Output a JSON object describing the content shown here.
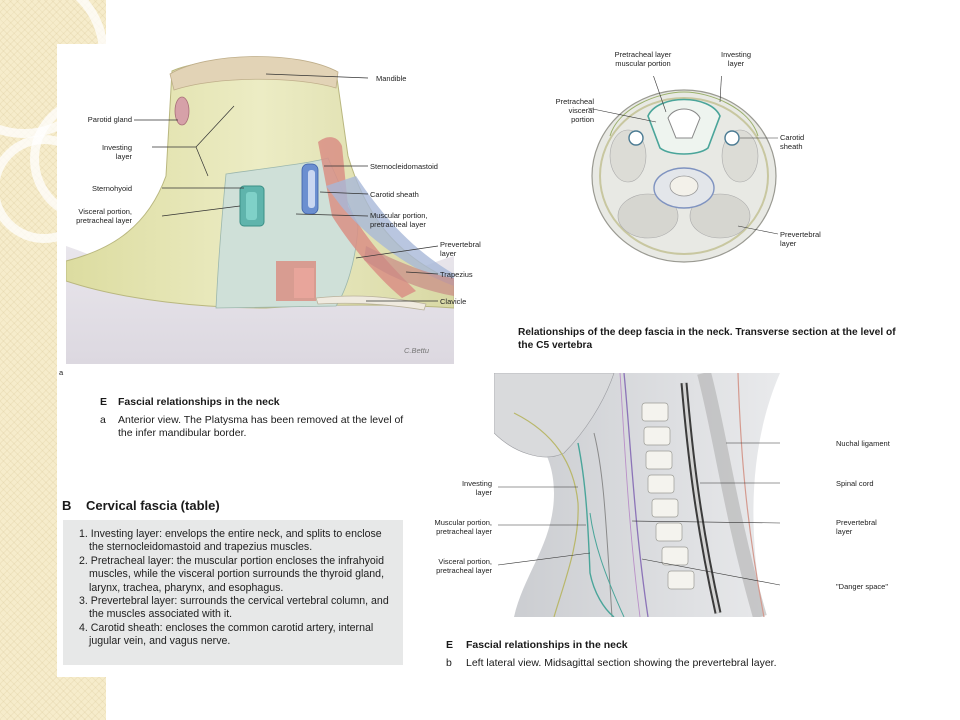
{
  "figure_a": {
    "panel_letter": "a",
    "labels": {
      "mandible": "Mandible",
      "parotid_gland": "Parotid gland",
      "investing_layer": "Investing\nlayer",
      "sternohyoid": "Sternohyoid",
      "visceral_portion": "Visceral portion,\npretracheal layer",
      "sternocleidomastoid": "Sternocleidomastoid",
      "carotid_sheath": "Carotid sheath",
      "muscular_portion": "Muscular portion,\npretracheal layer",
      "prevertebral_layer": "Prevertebral\nlayer",
      "trapezius": "Trapezius",
      "clavicle": "Clavicle"
    },
    "signature": "C.Bettu",
    "caption": {
      "letter": "E",
      "title": "Fascial relationships in the neck",
      "sub_letter": "a",
      "text": "Anterior view. The Platysma has been removed at the level of the infer mandibular border."
    }
  },
  "figure_transverse": {
    "labels": {
      "pretracheal_muscular": "Pretracheal layer\nmuscular portion",
      "investing": "Investing\nlayer",
      "pretracheal_visceral": "Pretracheal\nvisceral\nportion",
      "carotid_sheath": "Carotid\nsheath",
      "prevertebral": "Prevertebral\nlayer"
    },
    "caption": "Relationships of the deep fascia in the neck. Transverse section at the level of the C5 vertebra"
  },
  "figure_b": {
    "labels": {
      "nuchal_ligament": "Nuchal ligament",
      "investing": "Investing\nlayer",
      "spinal_cord": "Spinal cord",
      "muscular_portion": "Muscular portion,\npretracheal layer",
      "prevertebral": "Prevertebral\nlayer",
      "visceral_portion": "Visceral portion,\npretracheal layer",
      "danger_space": "\"Danger space\""
    },
    "caption": {
      "letter": "E",
      "title": "Fascial relationships in the neck",
      "sub_letter": "b",
      "text": "Left lateral view. Midsagittal section showing the prevertebral layer."
    }
  },
  "table": {
    "letter": "B",
    "title": "Cervical fascia (table)",
    "items": [
      "1. Investing layer: envelops the entire neck, and splits to enclose the sternocleidomastoid and trapezius muscles.",
      "2. Pretracheal layer: the muscular portion encloses the infrahyoid muscles, while the visceral portion surrounds the thyroid gland, larynx, trachea, pharynx, and esophagus.",
      "3. Prevertebral layer: surrounds the cervical vertebral column, and the muscles associated with it.",
      "4. Carotid sheath: encloses the common carotid artery, internal jugular vein, and vagus nerve."
    ]
  },
  "colors": {
    "strip": "#f6eccb",
    "investing_fascia": "#e6e5b4",
    "pretracheal_fascia": "#6fbcae",
    "prevertebral_fascia": "#a8b8d8",
    "muscle": "#d98f85",
    "table_bg": "#e7e8e8"
  }
}
